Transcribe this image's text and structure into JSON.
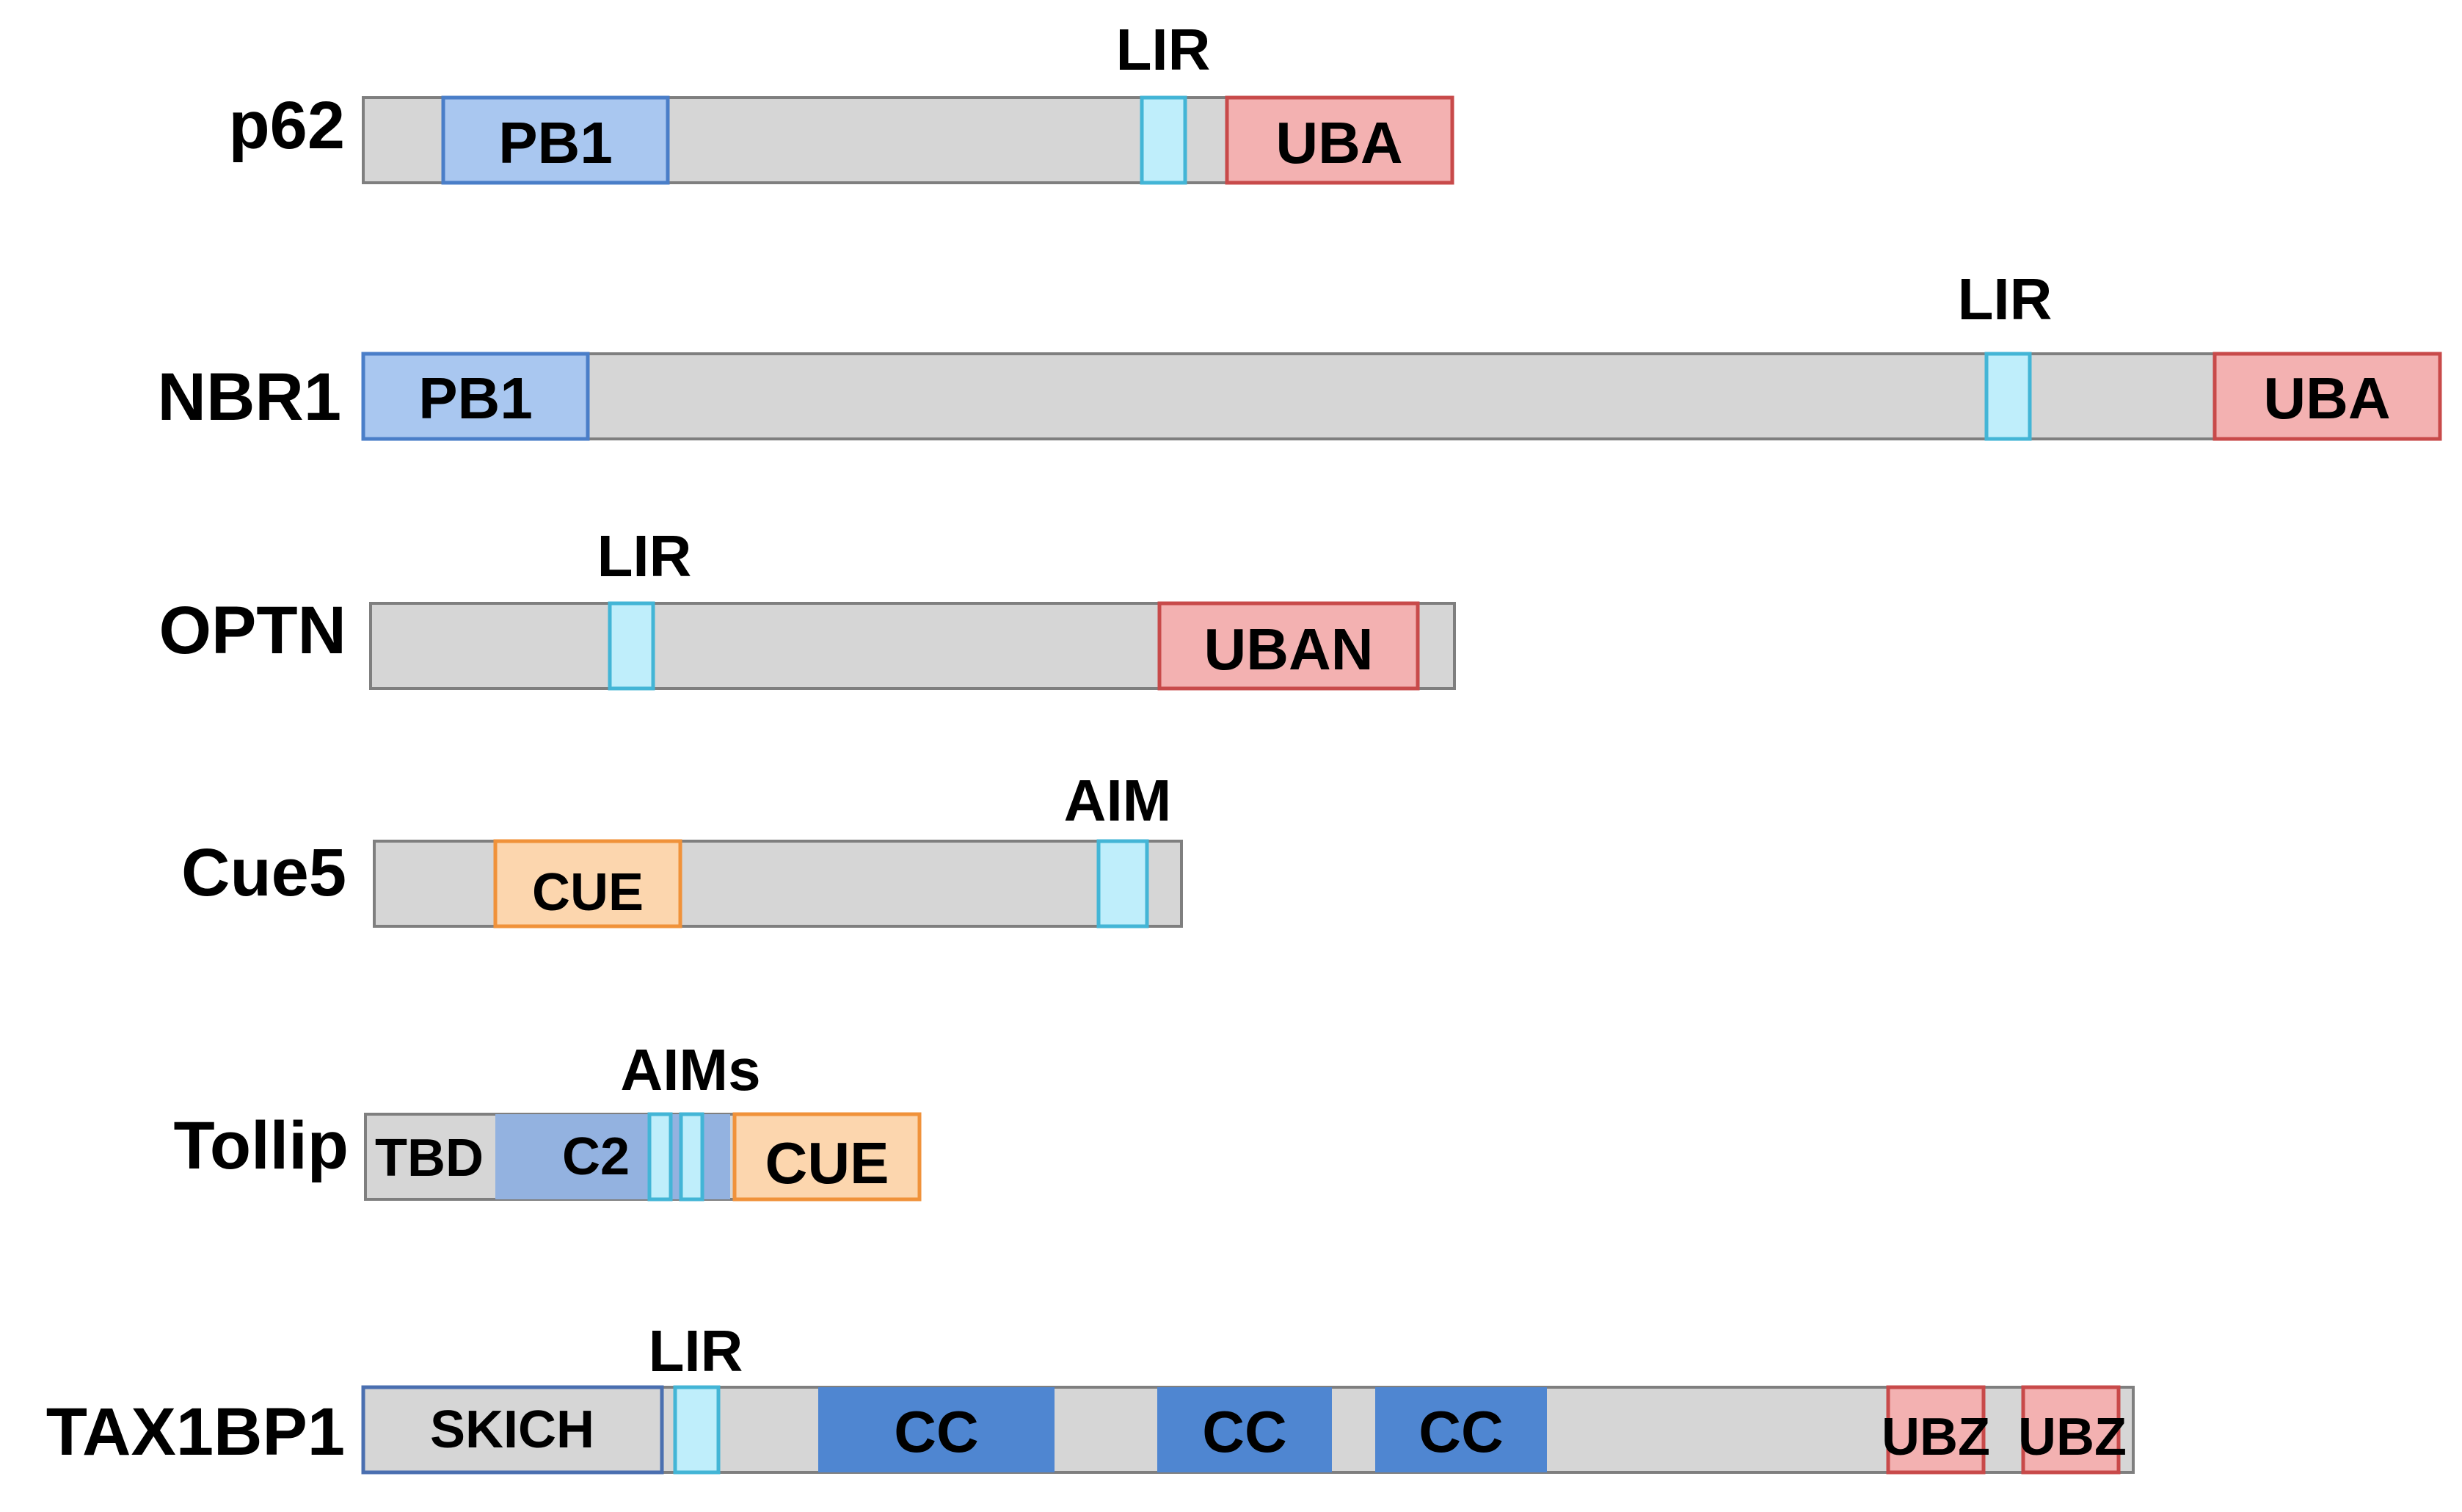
{
  "proteins": [
    {
      "name": "p62",
      "domains": [
        {
          "label": "PB1",
          "kind": "pb1"
        },
        {
          "label": "",
          "kind": "lir"
        },
        {
          "label": "UBA",
          "kind": "ub"
        }
      ],
      "site_label": "LIR"
    },
    {
      "name": "NBR1",
      "domains": [
        {
          "label": "PB1",
          "kind": "pb1"
        },
        {
          "label": "",
          "kind": "lir"
        },
        {
          "label": "UBA",
          "kind": "ub"
        }
      ],
      "site_label": "LIR"
    },
    {
      "name": "OPTN",
      "domains": [
        {
          "label": "",
          "kind": "lir"
        },
        {
          "label": "UBAN",
          "kind": "ub"
        }
      ],
      "site_label": "LIR"
    },
    {
      "name": "Cue5",
      "domains": [
        {
          "label": "CUE",
          "kind": "cue"
        },
        {
          "label": "",
          "kind": "lir"
        }
      ],
      "site_label": "AIM"
    },
    {
      "name": "Tollip",
      "domains": [
        {
          "label": "TBD",
          "kind": "plain"
        },
        {
          "label": "C2",
          "kind": "c2"
        },
        {
          "label": "",
          "kind": "lir"
        },
        {
          "label": "",
          "kind": "lir"
        },
        {
          "label": "CUE",
          "kind": "cue"
        }
      ],
      "site_label": "AIMs"
    },
    {
      "name": "TAX1BP1",
      "domains": [
        {
          "label": "SKICH",
          "kind": "skich"
        },
        {
          "label": "",
          "kind": "lir"
        },
        {
          "label": "CC",
          "kind": "cc"
        },
        {
          "label": "CC",
          "kind": "cc"
        },
        {
          "label": "CC",
          "kind": "cc"
        },
        {
          "label": "UBZ",
          "kind": "ub"
        },
        {
          "label": "UBZ",
          "kind": "ub"
        }
      ],
      "site_label": "LIR"
    }
  ],
  "colors": {
    "backbone": "#d6d6d6",
    "backbone_border": "#7f7f7f",
    "pb1": "#a9c7f0",
    "pb1_border": "#4a7ec8",
    "ub": "#f3b1b1",
    "ub_border": "#c84a4a",
    "lir": "#bfeefb",
    "lir_border": "#43b5d6",
    "cue": "#fcd6ae",
    "cue_border": "#f0923a",
    "c2": "#93b2e0",
    "cc": "#4f86d1",
    "skich": "#d6d6d6",
    "skich_border": "#4a6fb0"
  }
}
